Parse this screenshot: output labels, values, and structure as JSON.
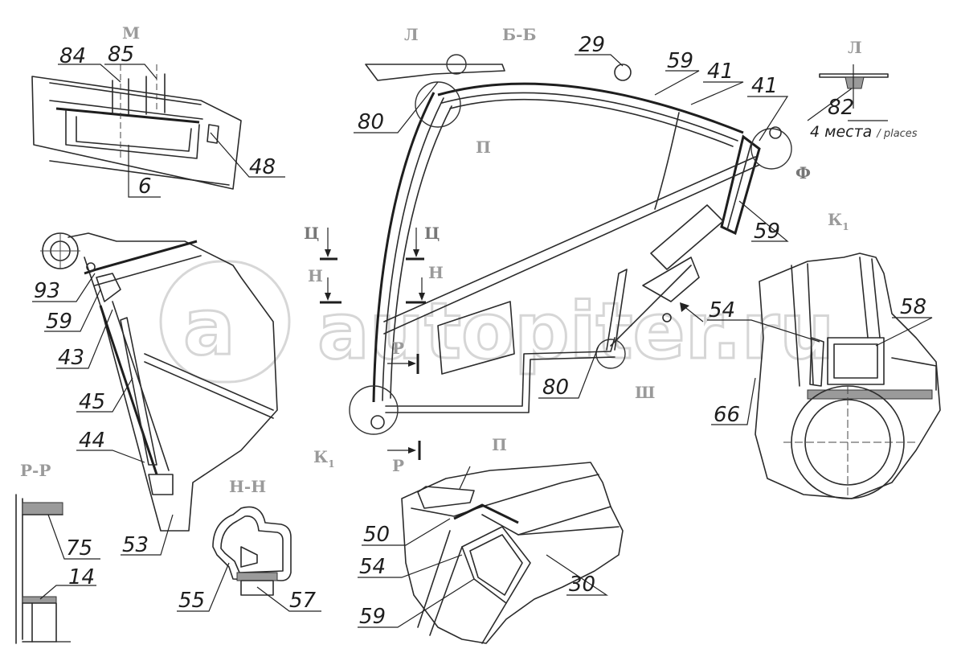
{
  "watermark": "autopiter.ru",
  "section_labels": {
    "m": "М",
    "bb": "Б-Б",
    "l_top": "Л",
    "l_detail": "Л",
    "ts1": "Ц",
    "ts2": "Ц",
    "n1": "Н",
    "n2": "Н",
    "r1": "Р",
    "r2": "Р",
    "p_ring": "П",
    "p_detail": "П",
    "f": "Ф",
    "k1_detail": "К",
    "k1_ring": "К",
    "k_sub": "1",
    "sh": "Ш",
    "rr": "Р-Р",
    "nn": "Н-Н"
  },
  "note": {
    "places_ru": "4 места",
    "places_en": "/ places"
  },
  "callouts": {
    "c84": "84",
    "c85": "85",
    "c48": "48",
    "c6": "6",
    "c29": "29",
    "c59a": "59",
    "c41a": "41",
    "c41b": "41",
    "c80a": "80",
    "c80b": "80",
    "c82": "82",
    "c59b": "59",
    "c93": "93",
    "c59c": "59",
    "c43": "43",
    "c45": "45",
    "c44": "44",
    "c53": "53",
    "c54a": "54",
    "c58": "58",
    "c66": "66",
    "c75": "75",
    "c14": "14",
    "c55": "55",
    "c57": "57",
    "c50": "50",
    "c54b": "54",
    "c59d": "59",
    "c30": "30"
  }
}
